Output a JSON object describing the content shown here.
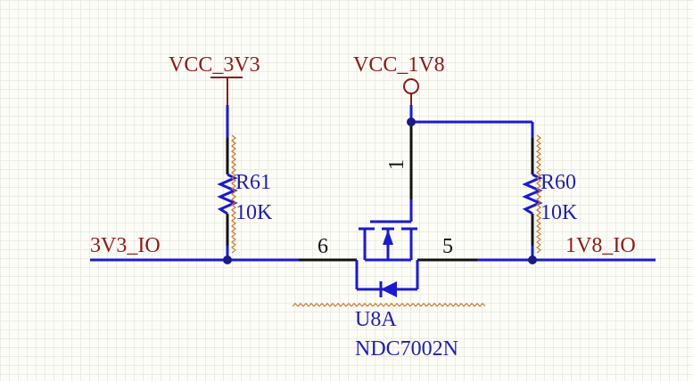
{
  "nets": {
    "vcc_3v3": "VCC_3V3",
    "vcc_1v8": "VCC_1V8",
    "io_3v3": "3V3_IO",
    "io_1v8": "1V8_IO"
  },
  "resistors": {
    "r61": {
      "designator": "R61",
      "value": "10K"
    },
    "r60": {
      "designator": "R60",
      "value": "10K"
    }
  },
  "mosfet": {
    "designator": "U8A",
    "part": "NDC7002N",
    "pin_gate": "1",
    "pin_source": "6",
    "pin_drain": "5"
  },
  "colors": {
    "wire": "#1a1ad0",
    "net_label": "#8b1a1a",
    "pin": "#111111",
    "background": "#fdfdf8"
  }
}
